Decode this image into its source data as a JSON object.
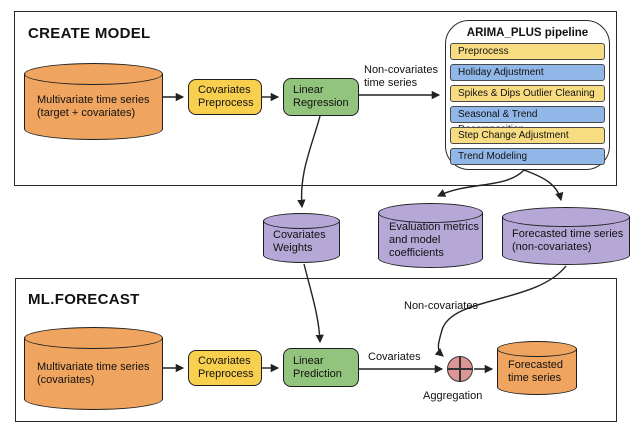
{
  "colors": {
    "orange": "#EFA55F",
    "yellow": "#F9D04E",
    "yellow_light": "#F8DC82",
    "green": "#93C47D",
    "blue": "#91B7E9",
    "purple": "#B5A7D6",
    "red": "#DE9595",
    "ink": "#1E1E1E",
    "arrow": "#222222"
  },
  "create_model": {
    "title": "CREATE MODEL",
    "input_label": "Multivariate time series\n(target + covariates)",
    "preprocess_label": "Covariates\nPreprocess",
    "regression_label": "Linear\nRegression",
    "noncov_arrow_label": "Non-covariates\ntime series",
    "pipeline": {
      "title": "ARIMA_PLUS pipeline",
      "steps": [
        {
          "label": "Preprocess",
          "tone": "yellow"
        },
        {
          "label": "Holiday Adjustment",
          "tone": "blue"
        },
        {
          "label": "Spikes & Dips Outlier Cleaning",
          "tone": "yellow"
        },
        {
          "label": "Seasonal & Trend Decomposition",
          "tone": "blue"
        },
        {
          "label": "Step Change Adjustment",
          "tone": "yellow"
        },
        {
          "label": "Trend Modeling",
          "tone": "blue"
        }
      ]
    }
  },
  "intermediate": {
    "covariates_weights_label": "Covariates\nWeights",
    "evaluation_label": "Evaluation metrics\nand model\ncoefficients",
    "forecast_noncov_label": "Forecasted time series\n(non-covariates)"
  },
  "ml_forecast": {
    "title": "ML.FORECAST",
    "input_label": "Multivariate time series\n(covariates)",
    "preprocess_label": "Covariates\nPreprocess",
    "prediction_label": "Linear\nPrediction",
    "covariates_label": "Covariates",
    "noncovariates_label": "Non-covariates",
    "aggregation_label": "Aggregation",
    "output_label": "Forecasted\ntime series"
  }
}
